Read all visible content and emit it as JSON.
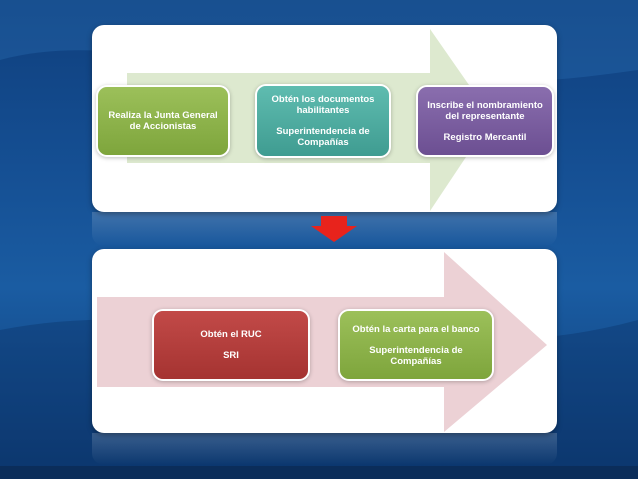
{
  "top_flow": {
    "step1": {
      "title": "Realiza la Junta General de Accionistas",
      "entity": ""
    },
    "step2": {
      "title": "Obtén los documentos habilitantes",
      "entity": "Superintendencia de Compañías"
    },
    "step3": {
      "title": "Inscribe el nombramiento del representante",
      "entity": "Registro Mercantil"
    }
  },
  "bottom_flow": {
    "step1": {
      "title": "Obtén el RUC",
      "entity": "SRI"
    },
    "step2": {
      "title": "Obtén la carta para el banco",
      "entity": "Superintendencia de Compañías"
    }
  },
  "colors": {
    "green": "#8bb249",
    "teal": "#4fae a2",
    "purple": "#7b5fa0",
    "red": "#b43d3b",
    "top_arrow": "#dde9cf",
    "bottom_arrow": "#ecd1d5",
    "connector_arrow": "#e8231c"
  }
}
